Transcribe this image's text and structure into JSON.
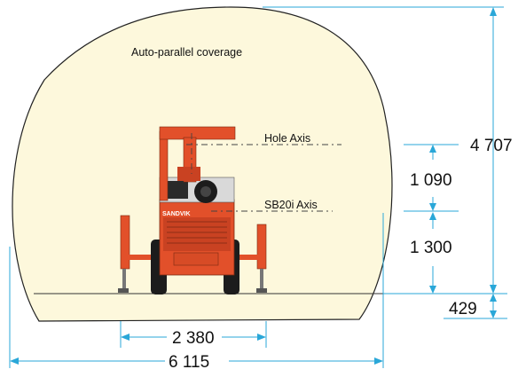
{
  "diagram": {
    "coverage_label": "Auto-parallel coverage",
    "hole_axis_label": "Hole Axis",
    "boom_axis_label": "SB20i Axis",
    "brand_mark": "SANDVIK",
    "dimensions": {
      "height_total": "4 707",
      "hole_to_boom": "1 090",
      "boom_to_floor": "1 300",
      "floor_offset": "429",
      "inner_width": "2 380",
      "total_width": "6 115"
    },
    "colors": {
      "coverage_fill": "#fdf8dc",
      "outline": "#222222",
      "dimension_line": "#2aa7d8",
      "rig_body": "#e2502a",
      "rig_dark": "#1c1c1c"
    }
  }
}
